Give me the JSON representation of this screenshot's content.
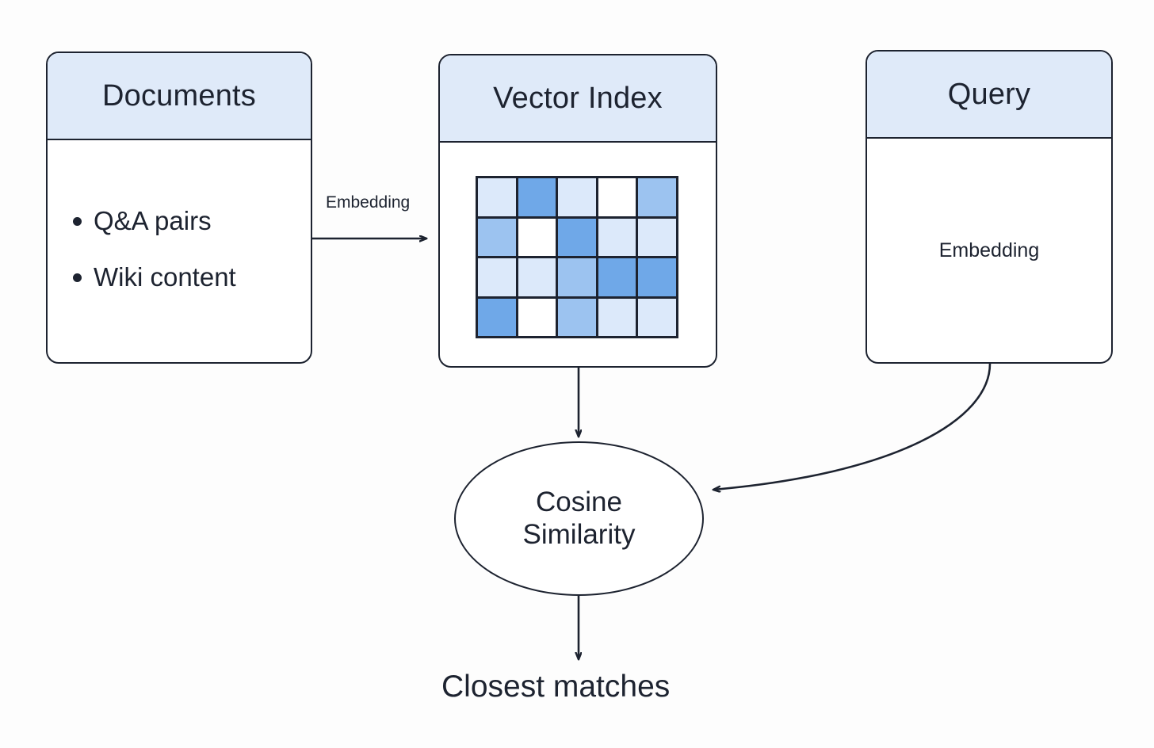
{
  "diagram": {
    "title": "Vector search retrieval pipeline",
    "background_color": "#fdfdfd",
    "stroke_color": "#1d2330",
    "header_color": "#dfeaf9"
  },
  "nodes": {
    "documents": {
      "header": "Documents",
      "items": [
        {
          "label": "Q&A pairs"
        },
        {
          "label": "Wiki content"
        }
      ]
    },
    "vector_index": {
      "header": "Vector Index",
      "matrix_label": "embedding-matrix"
    },
    "query": {
      "header": "Query",
      "body_text": "Embedding"
    },
    "cosine": {
      "line1": "Cosine",
      "line2": "Similarity"
    },
    "outcome": {
      "label": "Closest matches"
    }
  },
  "edges": [
    {
      "id": "documents-to-index",
      "label": "Embedding",
      "from": "documents",
      "to": "vector_index"
    },
    {
      "id": "index-to-cosine",
      "label": "",
      "from": "vector_index",
      "to": "cosine"
    },
    {
      "id": "query-to-cosine",
      "label": "",
      "from": "query",
      "to": "cosine"
    },
    {
      "id": "cosine-to-outcome",
      "label": "",
      "from": "cosine",
      "to": "outcome"
    }
  ],
  "chart_data": {
    "type": "heatmap",
    "title": "Vector Index embedding matrix",
    "rows": 4,
    "cols": 5,
    "colors": {
      "white": "#ffffff",
      "very_light": "#dce9fa",
      "light": "#9cc3f0",
      "medium": "#6fa8e8"
    },
    "cells": [
      [
        "very_light",
        "medium",
        "very_light",
        "white",
        "light"
      ],
      [
        "light",
        "white",
        "medium",
        "very_light",
        "very_light"
      ],
      [
        "very_light",
        "very_light",
        "light",
        "medium",
        "medium"
      ],
      [
        "medium",
        "white",
        "light",
        "very_light",
        "very_light"
      ]
    ]
  }
}
